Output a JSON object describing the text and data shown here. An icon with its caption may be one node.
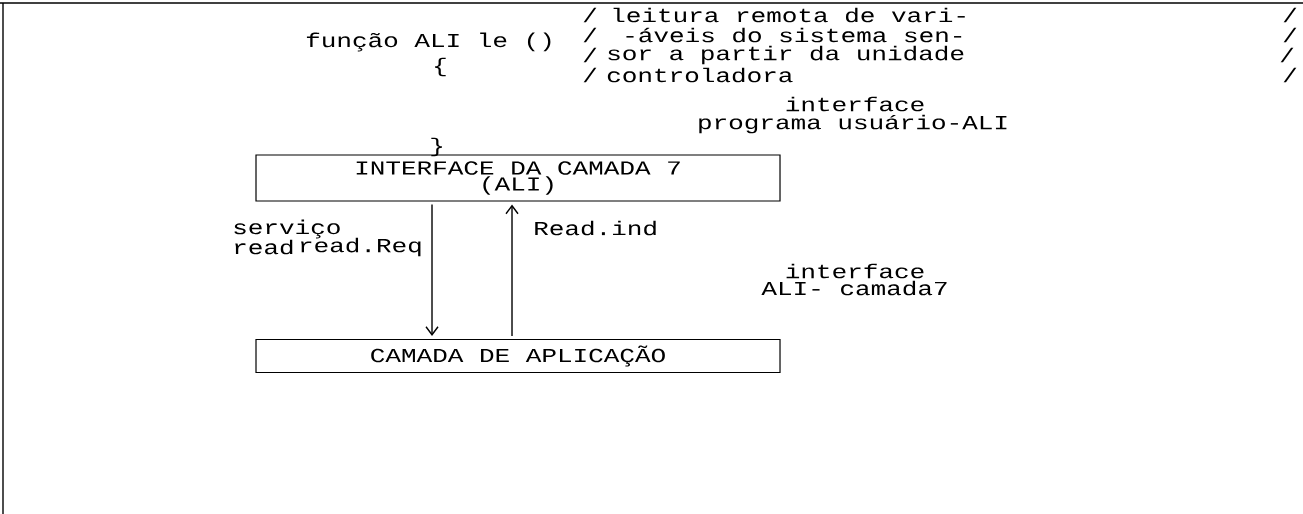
{
  "diagram": {
    "nodes": [
      {
        "text": [
          "INTERFACE DA CAMADA 7",
          "(ALI)"
        ]
      },
      {
        "text": [
          "CAMADA DE APLICAÇÃO"
        ]
      }
    ],
    "edges": [
      {
        "from": 0,
        "to": 1,
        "arrow": "to",
        "label": "read.Req"
      },
      {
        "from": 1,
        "to": 0,
        "arrow": "to",
        "label": "Read.ind"
      }
    ],
    "labels": [
      "/",
      "leitura remota de vari-",
      "/",
      "função ALI le ()",
      "/",
      "-áveis do sistema sen-",
      "/",
      "/",
      "sor a partir da unidade",
      "/",
      "{",
      "/",
      "controladora",
      "/",
      "interface",
      "programa usuário-ALI",
      "}",
      "serviço",
      "read",
      "interface",
      "ALI- camada7"
    ]
  }
}
